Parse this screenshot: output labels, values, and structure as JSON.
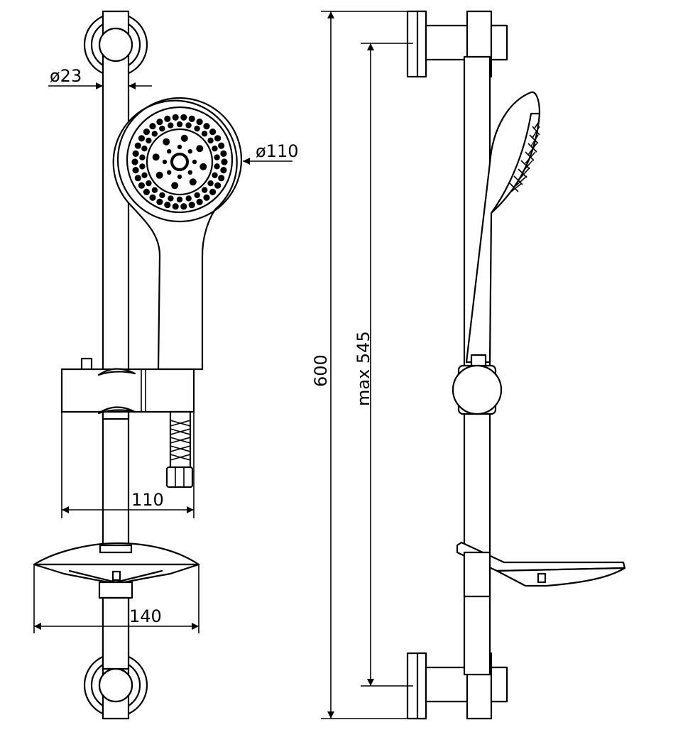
{
  "dimensions": {
    "bar_diameter": "ø23",
    "head_diameter": "ø110",
    "holder_width": "110",
    "soap_dish_width": "140",
    "total_height": "600",
    "max_height": "max 545"
  }
}
